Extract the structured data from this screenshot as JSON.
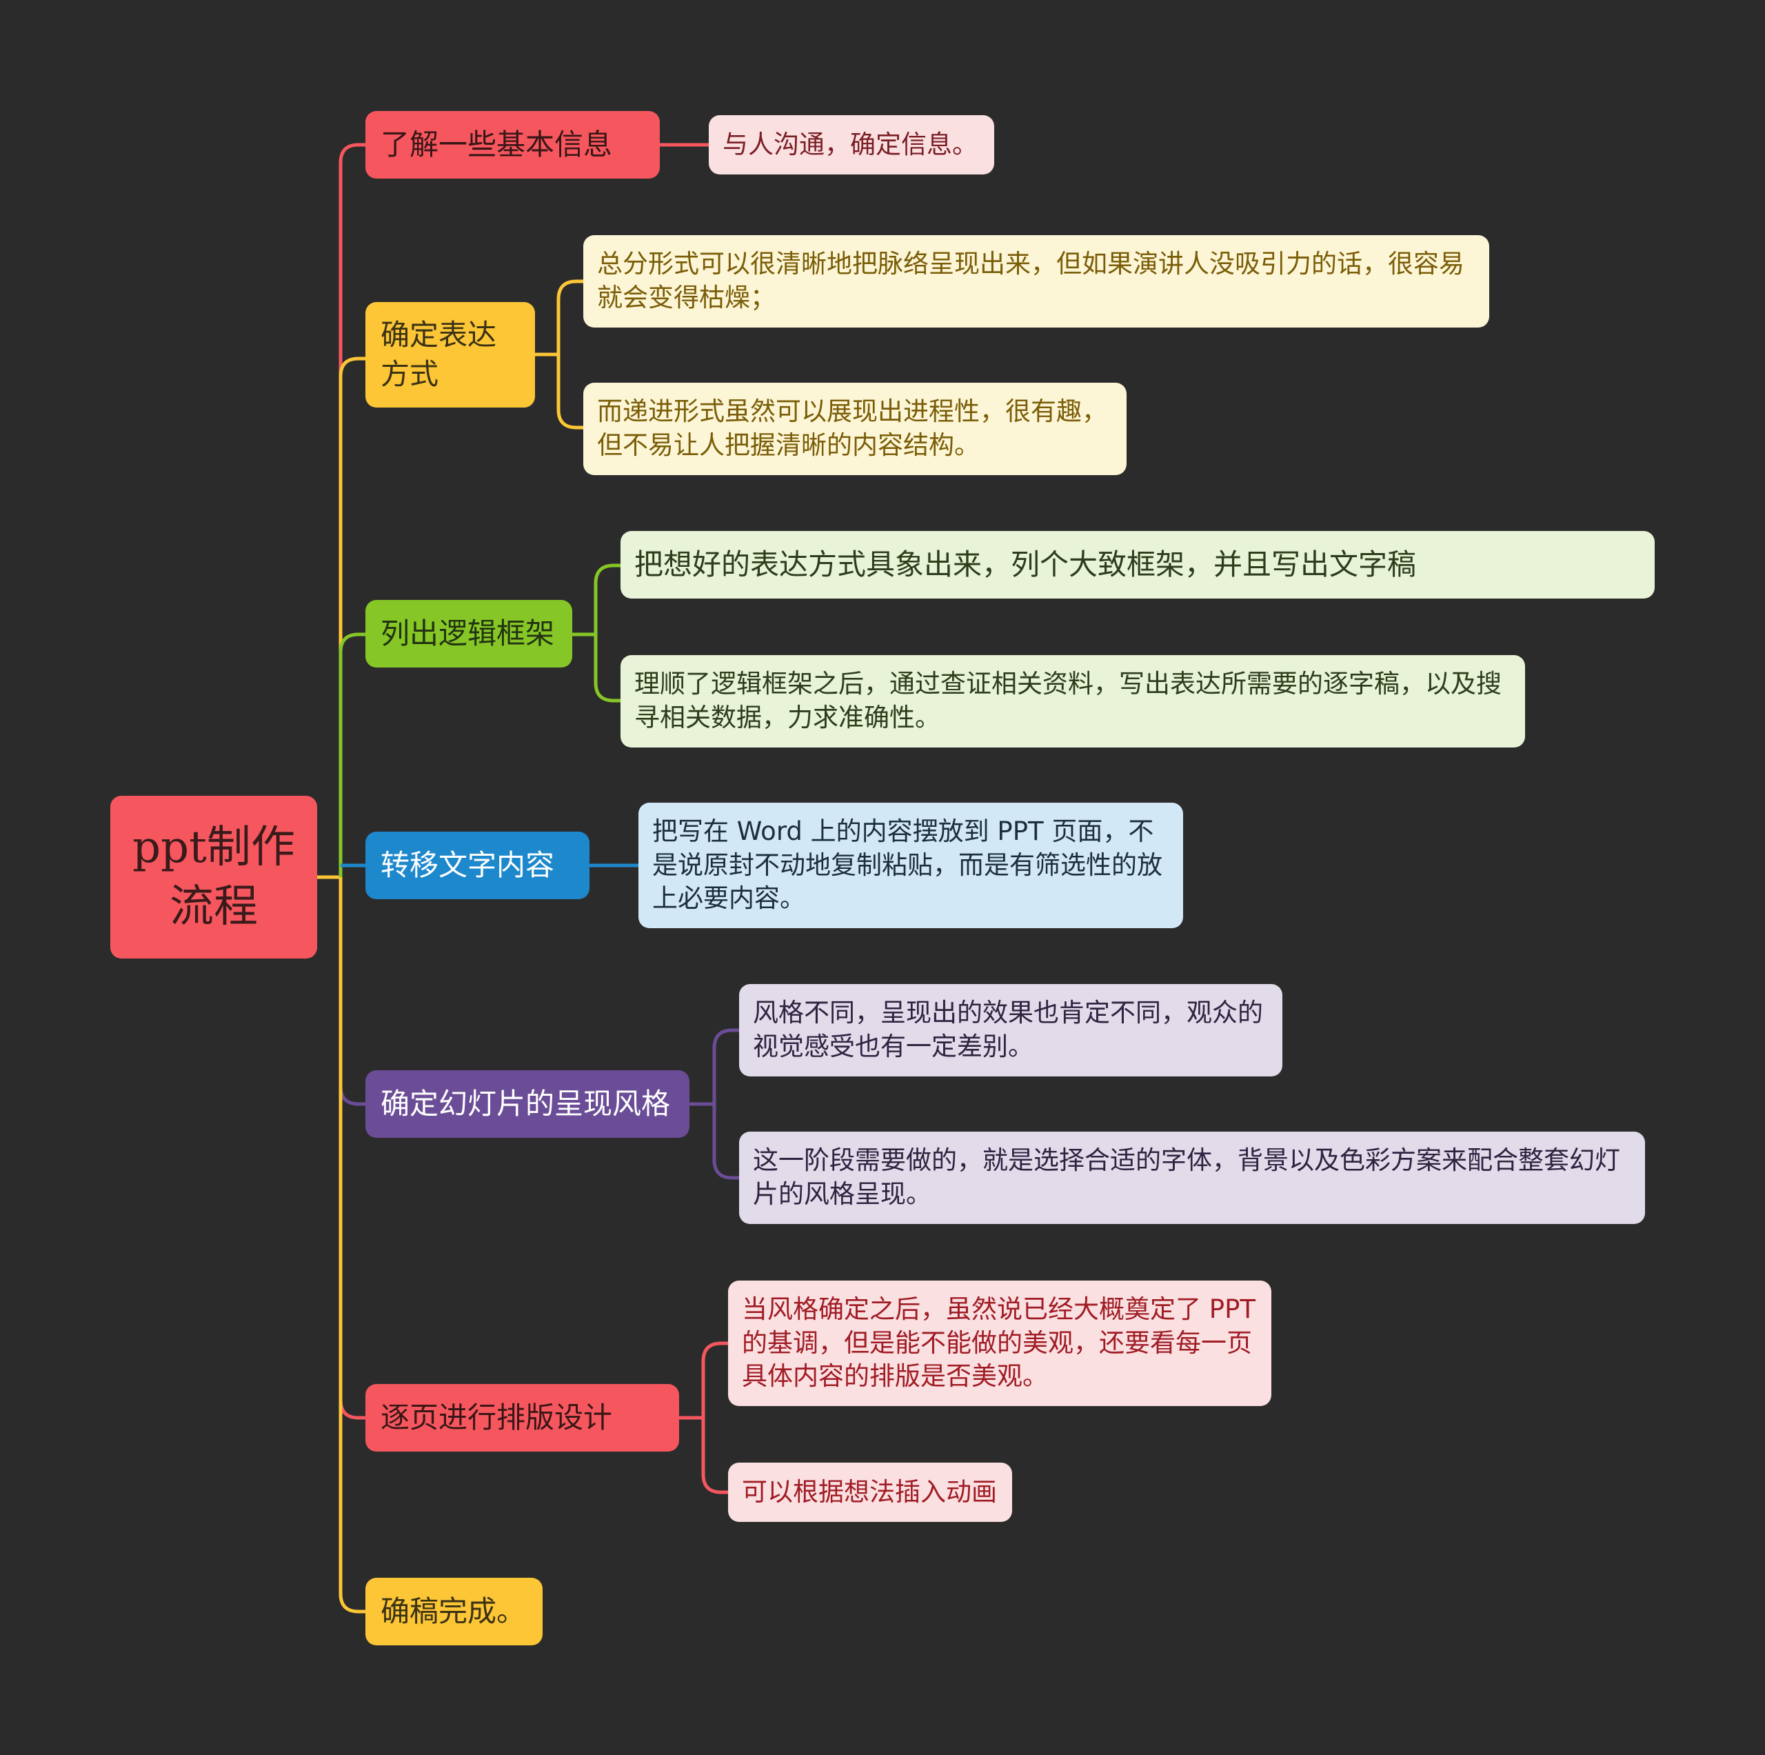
{
  "root": {
    "label": "ppt制作流程",
    "color": "#f6575f"
  },
  "branches": [
    {
      "label": "了解一些基本信息",
      "color": "#f6575f",
      "children": [
        "与人沟通，确定信息。"
      ]
    },
    {
      "label": "确定表达方式",
      "color": "#fcc637",
      "children": [
        "总分形式可以很清晰地把脉络呈现出来，但如果演讲人没吸引力的话，很容易就会变得枯燥；",
        "而递进形式虽然可以展现出进程性，很有趣，但不易让人把握清晰的内容结构。"
      ]
    },
    {
      "label": "列出逻辑框架",
      "color": "#86c727",
      "children": [
        "把想好的表达方式具象出来，列个大致框架，并且写出文字稿",
        "理顺了逻辑框架之后，通过查证相关资料，写出表达所需要的逐字稿，以及搜寻相关数据，力求准确性。"
      ]
    },
    {
      "label": "转移文字内容",
      "color": "#1e88cc",
      "children": [
        "把写在 Word 上的内容摆放到 PPT 页面，不是说原封不动地复制粘贴，而是有筛选性的放上必要内容。"
      ]
    },
    {
      "label": "确定幻灯片的呈现风格",
      "color": "#6a4d96",
      "children": [
        "风格不同，呈现出的效果也肯定不同，观众的视觉感受也有一定差别。",
        "这一阶段需要做的，就是选择合适的字体，背景以及色彩方案来配合整套幻灯片的风格呈现。"
      ]
    },
    {
      "label": "逐页进行排版设计",
      "color": "#f6575f",
      "children": [
        "当风格确定之后，虽然说已经大概奠定了 PPT 的基调，但是能不能做的美观，还要看每一页具体内容的排版是否美观。",
        "可以根据想法插入动画"
      ]
    },
    {
      "label": "确稿完成。",
      "color": "#fcc637",
      "children": []
    }
  ],
  "spine_color": "#fcc637"
}
